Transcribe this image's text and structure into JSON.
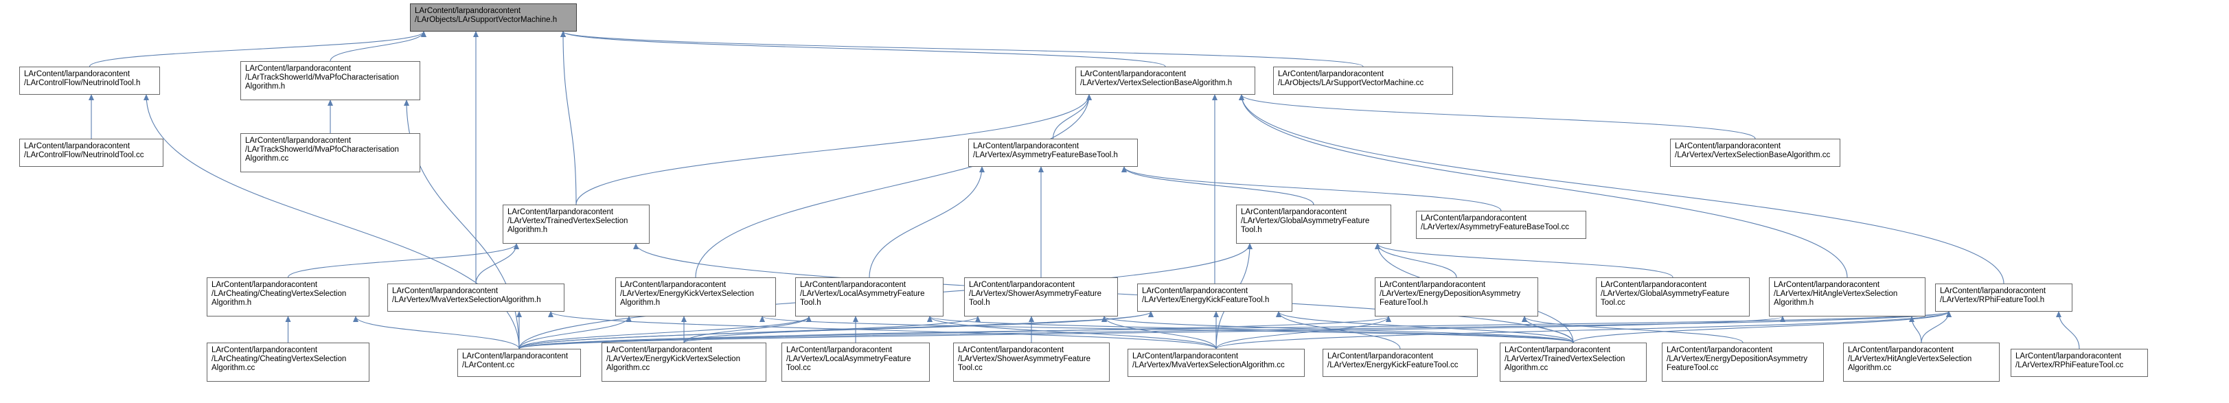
{
  "diagram": {
    "edge_color": "#5b7fb0",
    "nodes": [
      {
        "id": "root",
        "lines": [
          "LArContent/larpandoracontent",
          "/LArObjects/LArSupportVectorMachine.h"
        ],
        "root": true
      },
      {
        "id": "cf_h",
        "lines": [
          "LArContent/larpandoracontent",
          "/LArControlFlow/NeutrinoIdTool.h"
        ]
      },
      {
        "id": "cf_cc",
        "lines": [
          "LArContent/larpandoracontent",
          "/LArControlFlow/NeutrinoIdTool.cc"
        ]
      },
      {
        "id": "ts_h",
        "lines": [
          "LArContent/larpandoracontent",
          "/LArTrackShowerId/MvaPfoCharacterisation",
          "Algorithm.h"
        ]
      },
      {
        "id": "ts_cc",
        "lines": [
          "LArContent/larpandoracontent",
          "/LArTrackShowerId/MvaPfoCharacterisation",
          "Algorithm.cc"
        ]
      },
      {
        "id": "vsb_h",
        "lines": [
          "LArContent/larpandoracontent",
          "/LArVertex/VertexSelectionBaseAlgorithm.h"
        ]
      },
      {
        "id": "svm_cc",
        "lines": [
          "LArContent/larpandoracontent",
          "/LArObjects/LArSupportVectorMachine.cc"
        ]
      },
      {
        "id": "vsb_cc",
        "lines": [
          "LArContent/larpandoracontent",
          "/LArVertex/VertexSelectionBaseAlgorithm.cc"
        ]
      },
      {
        "id": "afb_h",
        "lines": [
          "LArContent/larpandoracontent",
          "/LArVertex/AsymmetryFeatureBaseTool.h"
        ]
      },
      {
        "id": "afb_cc",
        "lines": [
          "LArContent/larpandoracontent",
          "/LArVertex/AsymmetryFeatureBaseTool.cc"
        ]
      },
      {
        "id": "tvs_h",
        "lines": [
          "LArContent/larpandoracontent",
          "/LArVertex/TrainedVertexSelection",
          "Algorithm.h"
        ]
      },
      {
        "id": "gaf_h",
        "lines": [
          "LArContent/larpandoracontent",
          "/LArVertex/GlobalAsymmetryFeature",
          "Tool.h"
        ]
      },
      {
        "id": "cheat_h",
        "lines": [
          "LArContent/larpandoracontent",
          "/LArCheating/CheatingVertexSelection",
          "Algorithm.h"
        ]
      },
      {
        "id": "mva_h",
        "lines": [
          "LArContent/larpandoracontent",
          "/LArVertex/MvaVertexSelectionAlgorithm.h"
        ]
      },
      {
        "id": "ekv_h",
        "lines": [
          "LArContent/larpandoracontent",
          "/LArVertex/EnergyKickVertexSelection",
          "Algorithm.h"
        ]
      },
      {
        "id": "laf_h",
        "lines": [
          "LArContent/larpandoracontent",
          "/LArVertex/LocalAsymmetryFeature",
          "Tool.h"
        ]
      },
      {
        "id": "saf_h",
        "lines": [
          "LArContent/larpandoracontent",
          "/LArVertex/ShowerAsymmetryFeature",
          "Tool.h"
        ]
      },
      {
        "id": "ekf_h",
        "lines": [
          "LArContent/larpandoracontent",
          "/LArVertex/EnergyKickFeatureTool.h"
        ]
      },
      {
        "id": "eda_h",
        "lines": [
          "LArContent/larpandoracontent",
          "/LArVertex/EnergyDepositionAsymmetry",
          "FeatureTool.h"
        ]
      },
      {
        "id": "gaf_cc",
        "lines": [
          "LArContent/larpandoracontent",
          "/LArVertex/GlobalAsymmetryFeature",
          "Tool.cc"
        ]
      },
      {
        "id": "hav_h",
        "lines": [
          "LArContent/larpandoracontent",
          "/LArVertex/HitAngleVertexSelection",
          "Algorithm.h"
        ]
      },
      {
        "id": "rphi_h",
        "lines": [
          "LArContent/larpandoracontent",
          "/LArVertex/RPhiFeatureTool.h"
        ]
      },
      {
        "id": "cheat_cc",
        "lines": [
          "LArContent/larpandoracontent",
          "/LArCheating/CheatingVertexSelection",
          "Algorithm.cc"
        ]
      },
      {
        "id": "larc_cc",
        "lines": [
          "LArContent/larpandoracontent",
          "/LArContent.cc"
        ]
      },
      {
        "id": "ekv_cc",
        "lines": [
          "LArContent/larpandoracontent",
          "/LArVertex/EnergyKickVertexSelection",
          "Algorithm.cc"
        ]
      },
      {
        "id": "laf_cc",
        "lines": [
          "LArContent/larpandoracontent",
          "/LArVertex/LocalAsymmetryFeature",
          "Tool.cc"
        ]
      },
      {
        "id": "saf_cc",
        "lines": [
          "LArContent/larpandoracontent",
          "/LArVertex/ShowerAsymmetryFeature",
          "Tool.cc"
        ]
      },
      {
        "id": "mva_cc",
        "lines": [
          "LArContent/larpandoracontent",
          "/LArVertex/MvaVertexSelectionAlgorithm.cc"
        ]
      },
      {
        "id": "ekf_cc",
        "lines": [
          "LArContent/larpandoracontent",
          "/LArVertex/EnergyKickFeatureTool.cc"
        ]
      },
      {
        "id": "tvs_cc",
        "lines": [
          "LArContent/larpandoracontent",
          "/LArVertex/TrainedVertexSelection",
          "Algorithm.cc"
        ]
      },
      {
        "id": "eda_cc",
        "lines": [
          "LArContent/larpandoracontent",
          "/LArVertex/EnergyDepositionAsymmetry",
          "FeatureTool.cc"
        ]
      },
      {
        "id": "hav_cc",
        "lines": [
          "LArContent/larpandoracontent",
          "/LArVertex/HitAngleVertexSelection",
          "Algorithm.cc"
        ]
      },
      {
        "id": "rphi_cc",
        "lines": [
          "LArContent/larpandoracontent",
          "/LArVertex/RPhiFeatureTool.cc"
        ]
      }
    ],
    "edges": [
      [
        "cf_h",
        "root"
      ],
      [
        "ts_h",
        "root"
      ],
      [
        "vsb_h",
        "root"
      ],
      [
        "svm_cc",
        "root"
      ],
      [
        "tvs_h",
        "root"
      ],
      [
        "mva_h",
        "root"
      ],
      [
        "cf_cc",
        "cf_h"
      ],
      [
        "larc_cc",
        "cf_h"
      ],
      [
        "ts_cc",
        "ts_h"
      ],
      [
        "larc_cc",
        "ts_h"
      ],
      [
        "afb_h",
        "vsb_h"
      ],
      [
        "vsb_cc",
        "vsb_h"
      ],
      [
        "tvs_h",
        "vsb_h"
      ],
      [
        "ekv_h",
        "vsb_h"
      ],
      [
        "ekf_h",
        "vsb_h"
      ],
      [
        "hav_h",
        "vsb_h"
      ],
      [
        "rphi_h",
        "vsb_h"
      ],
      [
        "gaf_h",
        "afb_h"
      ],
      [
        "afb_cc",
        "afb_h"
      ],
      [
        "laf_h",
        "afb_h"
      ],
      [
        "saf_h",
        "afb_h"
      ],
      [
        "cheat_h",
        "tvs_h"
      ],
      [
        "mva_h",
        "tvs_h"
      ],
      [
        "tvs_cc",
        "tvs_h"
      ],
      [
        "gaf_cc",
        "gaf_h"
      ],
      [
        "eda_h",
        "gaf_h"
      ],
      [
        "larc_cc",
        "gaf_h"
      ],
      [
        "mva_cc",
        "gaf_h"
      ],
      [
        "tvs_cc",
        "gaf_h"
      ],
      [
        "cheat_cc",
        "cheat_h"
      ],
      [
        "larc_cc",
        "cheat_h"
      ],
      [
        "larc_cc",
        "mva_h"
      ],
      [
        "mva_cc",
        "mva_h"
      ],
      [
        "ekv_cc",
        "ekv_h"
      ],
      [
        "larc_cc",
        "ekv_h"
      ],
      [
        "tvs_cc",
        "ekv_h"
      ],
      [
        "laf_cc",
        "laf_h"
      ],
      [
        "larc_cc",
        "laf_h"
      ],
      [
        "ekv_cc",
        "laf_h"
      ],
      [
        "mva_cc",
        "laf_h"
      ],
      [
        "tvs_cc",
        "laf_h"
      ],
      [
        "saf_cc",
        "saf_h"
      ],
      [
        "larc_cc",
        "saf_h"
      ],
      [
        "mva_cc",
        "saf_h"
      ],
      [
        "tvs_cc",
        "saf_h"
      ],
      [
        "ekf_cc",
        "ekf_h"
      ],
      [
        "larc_cc",
        "ekf_h"
      ],
      [
        "ekv_cc",
        "ekf_h"
      ],
      [
        "mva_cc",
        "ekf_h"
      ],
      [
        "tvs_cc",
        "ekf_h"
      ],
      [
        "eda_cc",
        "eda_h"
      ],
      [
        "larc_cc",
        "eda_h"
      ],
      [
        "mva_cc",
        "eda_h"
      ],
      [
        "tvs_cc",
        "eda_h"
      ],
      [
        "hav_cc",
        "hav_h"
      ],
      [
        "larc_cc",
        "hav_h"
      ],
      [
        "rphi_cc",
        "rphi_h"
      ],
      [
        "larc_cc",
        "rphi_h"
      ],
      [
        "ekv_cc",
        "rphi_h"
      ],
      [
        "mva_cc",
        "rphi_h"
      ],
      [
        "tvs_cc",
        "rphi_h"
      ],
      [
        "hav_cc",
        "rphi_h"
      ]
    ]
  }
}
